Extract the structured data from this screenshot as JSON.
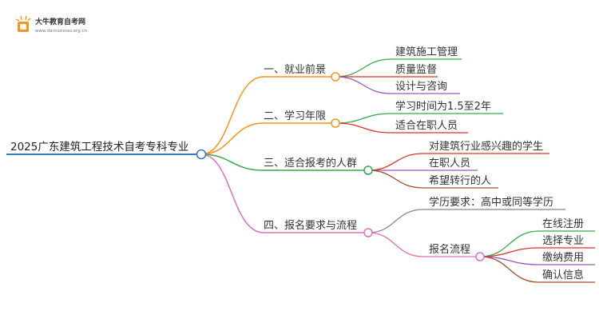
{
  "logo": {
    "title": "大牛教育自考网",
    "url": "www.daniuzixiao.org.cn"
  },
  "colors": {
    "root": "#2f7fc1",
    "jobs": "#f7941d",
    "years": "#f7941d",
    "audience": "#3aa64a",
    "requirements": "#e070b8",
    "green": "#3aa64a",
    "red": "#d9342b",
    "purple": "#9b59b6",
    "brown": "#a0522d",
    "gray": "#888888"
  },
  "mindmap": {
    "root": "2025广东建筑工程技术自考专科专业",
    "branches": [
      {
        "label": "一、就业前景",
        "children": [
          "建筑施工管理",
          "质量监督",
          "设计与咨询"
        ]
      },
      {
        "label": "二、学习年限",
        "children": [
          "学习时间为1.5至2年",
          "适合在职人员"
        ]
      },
      {
        "label": "三、适合报考的人群",
        "children": [
          "对建筑行业感兴趣的学生",
          "在职人员",
          "希望转行的人"
        ]
      },
      {
        "label": "四、报名要求与流程",
        "children": [
          "学历要求：高中或同等学历"
        ],
        "sub": {
          "label": "报名流程",
          "children": [
            "在线注册",
            "选择专业",
            "缴纳费用",
            "确认信息"
          ]
        }
      }
    ]
  }
}
